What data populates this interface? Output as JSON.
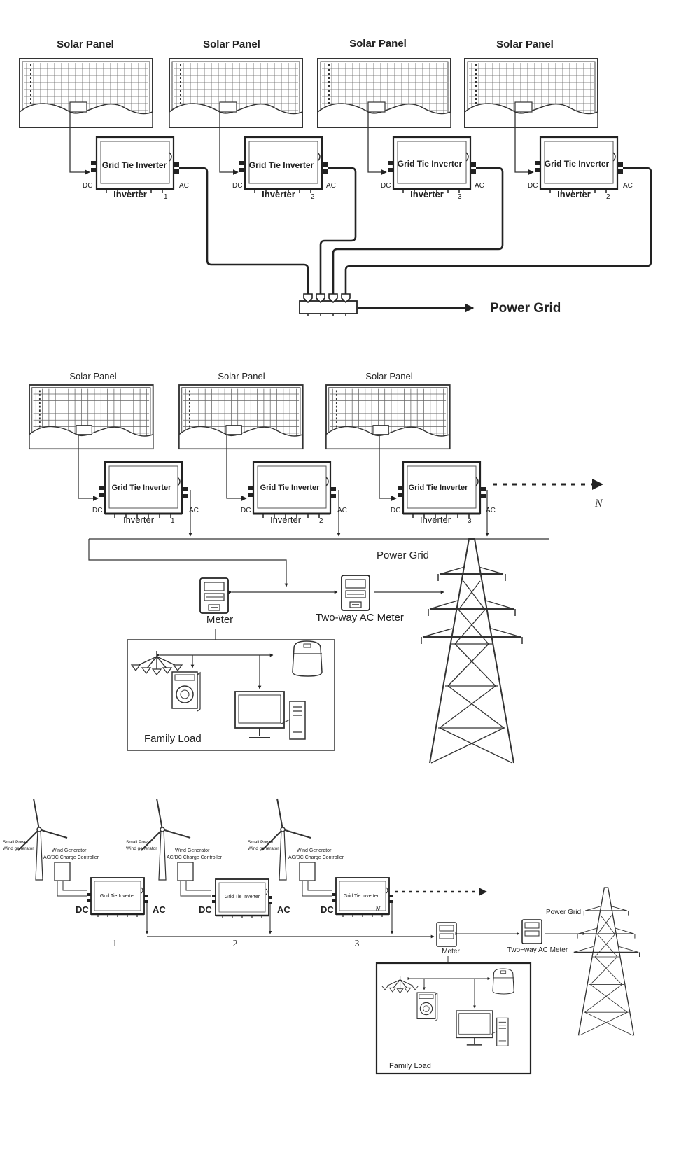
{
  "colors": {
    "ink": "#222222",
    "panel_grid": "#555555",
    "background": "#ffffff"
  },
  "labels": {
    "solar_panel": "Solar Panel",
    "grid_tie_inverter": "Grid Tie Inverter",
    "inverter": "Inverter",
    "dc": "DC",
    "ac": "AC",
    "power_grid_1": "Power Grid",
    "power_grid_2": "Power  Grid",
    "power_grid_3": "Power  Grid",
    "meter": "Meter",
    "two_way_meter": "Two-way AC Meter",
    "two_way_meter_3": "Two−way  AC  Meter",
    "family_load": "Family Load",
    "n_label": "N",
    "small_power_1": "Small Power",
    "small_power_2": "Wind generator",
    "wind_generator": "Wind Generator",
    "charge_controller": "AC/DC Charge Controller"
  },
  "section1": {
    "inverter_numbers": [
      "1",
      "2",
      "3",
      "2"
    ]
  },
  "section2": {
    "inverter_numbers": [
      "1",
      "2",
      "3"
    ]
  },
  "section3": {
    "numbers": [
      "1",
      "2",
      "3"
    ]
  },
  "icons": [
    "solar-panel-icon",
    "inverter-icon",
    "junction-box-icon",
    "arrow-right-icon",
    "meter-icon",
    "power-tower-icon",
    "chandelier-icon",
    "speaker-icon",
    "rice-cooker-icon",
    "computer-icon",
    "wind-turbine-icon",
    "charge-controller-icon"
  ]
}
